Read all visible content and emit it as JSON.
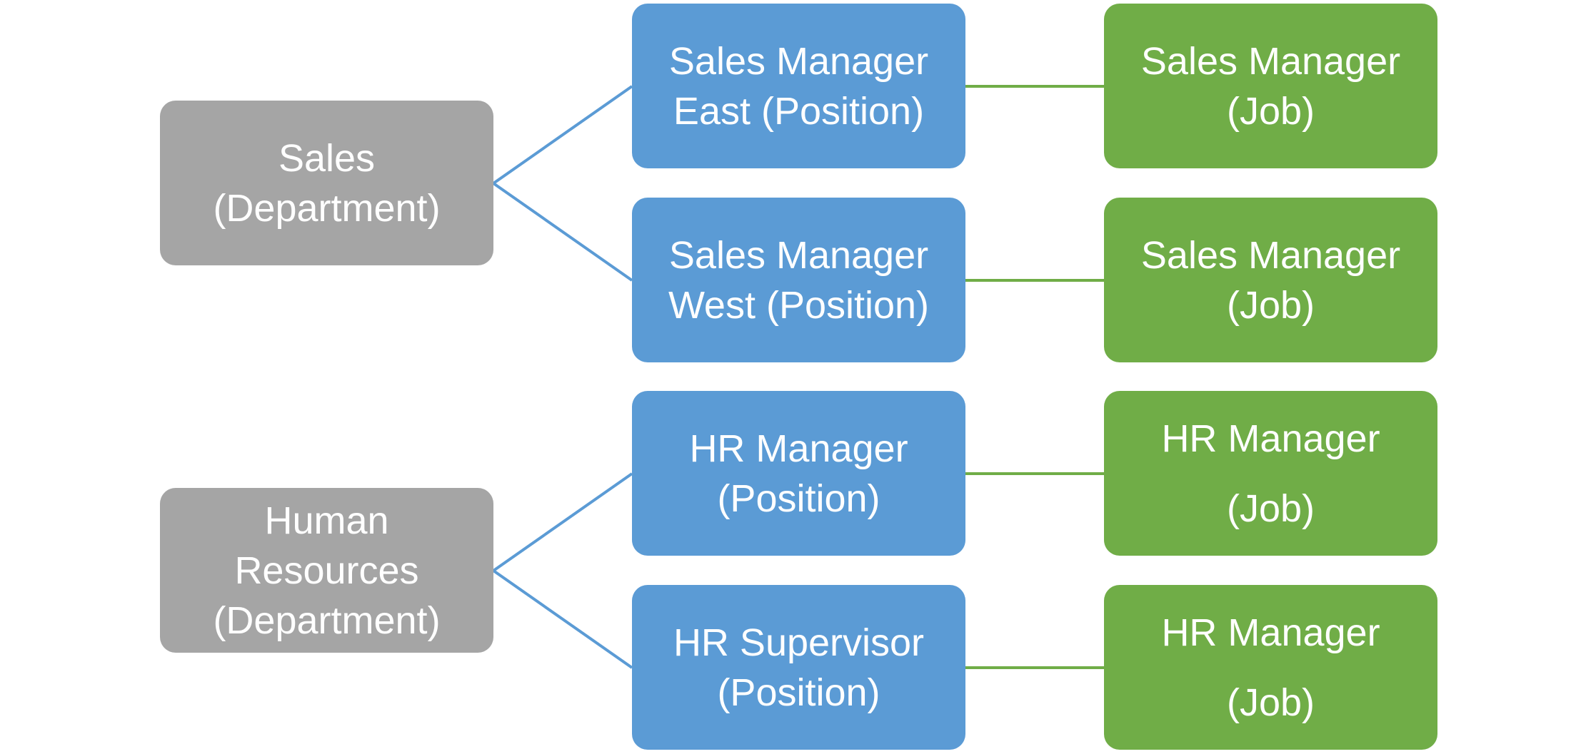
{
  "colors": {
    "department": "#a5a5a5",
    "position": "#5b9bd5",
    "job": "#70ad47",
    "department_connector": "#5b9bd5",
    "job_connector": "#70ad47"
  },
  "departments": [
    {
      "id": "sales",
      "lines": [
        "Sales",
        "(Department)"
      ]
    },
    {
      "id": "hr",
      "lines": [
        "Human",
        "Resources",
        "(Department)"
      ]
    }
  ],
  "positions": [
    {
      "id": "sales-manager-east",
      "department": "sales",
      "lines": [
        "Sales Manager",
        "East (Position)"
      ]
    },
    {
      "id": "sales-manager-west",
      "department": "sales",
      "lines": [
        "Sales Manager",
        "West (Position)"
      ]
    },
    {
      "id": "hr-manager",
      "department": "hr",
      "lines": [
        "HR Manager",
        "(Position)"
      ]
    },
    {
      "id": "hr-supervisor",
      "department": "hr",
      "lines": [
        "HR Supervisor",
        "(Position)"
      ]
    }
  ],
  "jobs": [
    {
      "position": "sales-manager-east",
      "lines": [
        "Sales Manager",
        "(Job)"
      ]
    },
    {
      "position": "sales-manager-west",
      "lines": [
        "Sales Manager",
        "(Job)"
      ]
    },
    {
      "position": "hr-manager",
      "lines": [
        "HR Manager",
        "(Job)"
      ]
    },
    {
      "position": "hr-supervisor",
      "lines": [
        "HR Manager",
        "(Job)"
      ]
    }
  ]
}
